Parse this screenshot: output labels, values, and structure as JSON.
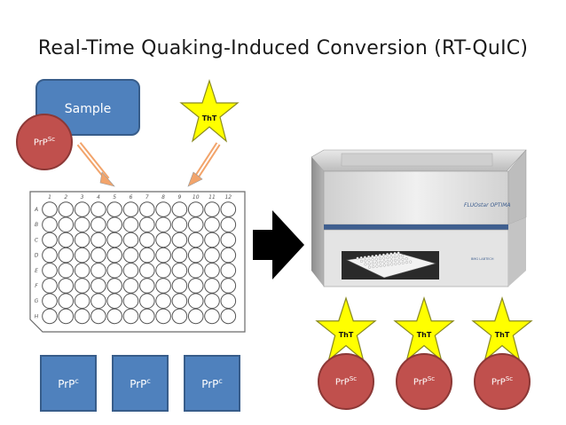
{
  "title": "Real-Time Quaking-Induced Conversion (RT-QuIC)",
  "sample_label": "Sample",
  "prpsc_label": {
    "base": "PrP",
    "sup": "Sc"
  },
  "prpc_label": {
    "base": "PrP",
    "sup": "c"
  },
  "tht_label": "ThT",
  "plate": {
    "columns": [
      "1",
      "2",
      "3",
      "4",
      "5",
      "6",
      "7",
      "8",
      "9",
      "10",
      "11",
      "12"
    ],
    "rows": [
      "A",
      "B",
      "C",
      "D",
      "E",
      "F",
      "G",
      "H"
    ]
  },
  "instrument": {
    "brand_text": "FLUOstar OPTIMA",
    "maker_text": "BMG LABTECH"
  },
  "colors": {
    "blue_fill": "#4f81bd",
    "blue_stroke": "#385d8a",
    "red_fill": "#c0504d",
    "red_stroke": "#8c3836",
    "star_fill": "#ffff00",
    "star_stroke": "#8a8a20",
    "arrow_fill": "#000000"
  }
}
